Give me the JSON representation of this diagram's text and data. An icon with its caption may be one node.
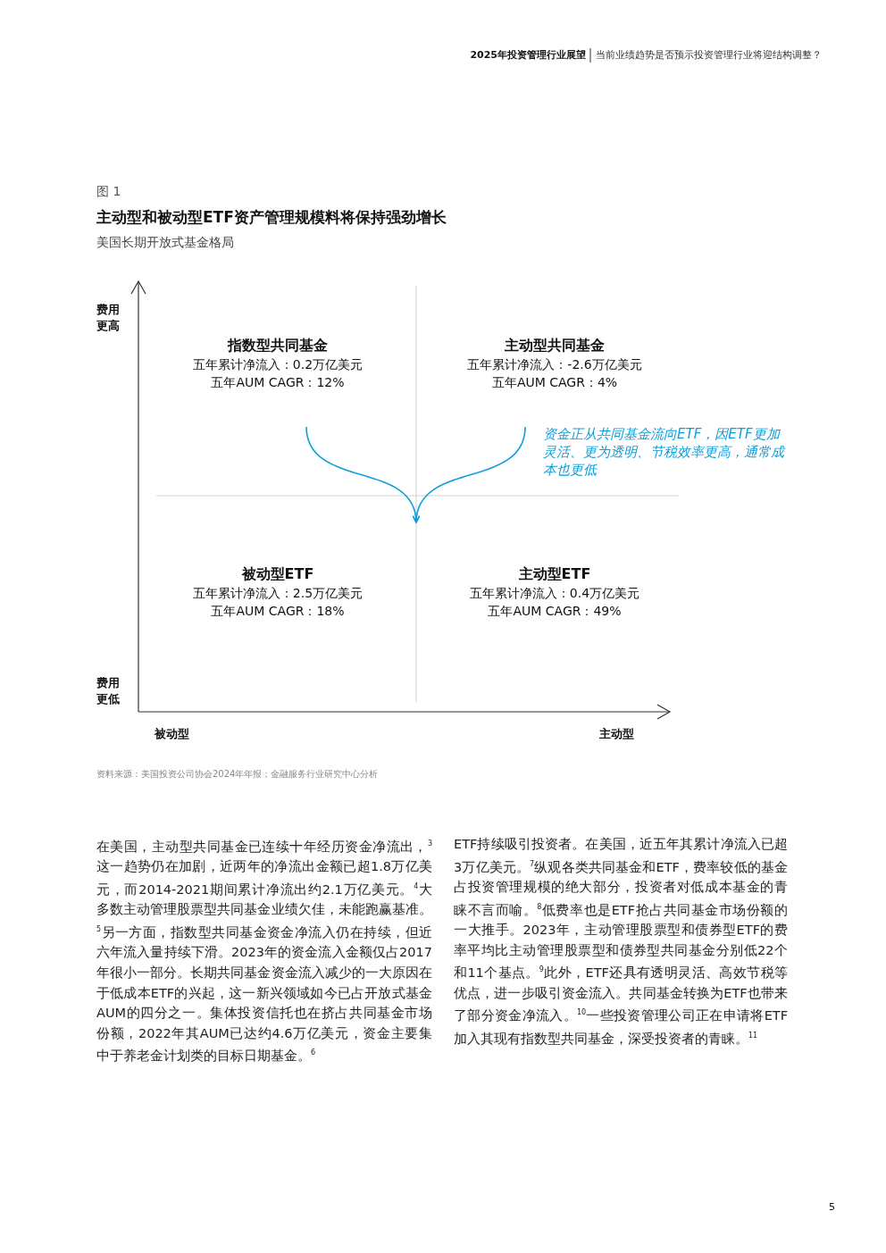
{
  "diagram": {
    "title": "主动型和被动型ETF资产管理规模料将保持强劲增长",
    "nodes": [
      {
        "text": [
          "指数型共同基金",
          "五年累计净流入：0.2万亿美元",
          "五年AUM CAGR：12%"
        ]
      },
      {
        "text": [
          "主动型共同基金",
          "五年累计净流入：-2.6万亿美元",
          "五年AUM CAGR：4%"
        ]
      },
      {
        "text": [
          "被动型ETF",
          "五年累计净流入：2.5万亿美元",
          "五年AUM CAGR：18%"
        ]
      },
      {
        "text": [
          "主动型ETF",
          "五年累计净流入：0.4万亿美元",
          "五年AUM CAGR：49%"
        ]
      }
    ],
    "edges": [
      {
        "from": 0,
        "to": null,
        "arrow": "to",
        "color": "#0d9ddb"
      },
      {
        "from": 1,
        "to": null,
        "arrow": "to",
        "color": "#0d9ddb"
      }
    ],
    "labels": [
      "2025年投资管理行业展望",
      "当前业绩趋势是否预示投资管理行业将迎结构调整？",
      "图 1",
      "美国长期开放式基金格局",
      "费用更高",
      "资金正从共同基金流向ETF，因ETF更加灵活、更为透明、节税效率更高，通常成本也更低",
      "费用更低",
      "被动型",
      "主动型",
      "资料来源：美国投资公司协会2024年年报；金融服务行业研究中心分析",
      "在美国，主动型共同基金已连续十年经历资金净流出，$^{3}$这一趋势仍在加剧，近两年的净流出金额已超1.8万亿美元，而2014-2021期间累计净流出约2.1万亿美元。$^{4}$大多数主动管理股票型共同基金业绩欠佳，未能跑赢基准。$^{5}$另一方面，指数型共同基金资金净流入仍在持续，但近六年流入量持续下滑。2023年的资金流入金额仅占2017年很小一部分。长期共同基金资金流入减少的一大原因在于低成本ETF的兴起，这一新兴领域如今已占开放式基金AUM的四分之一。集体投资信托也在挤占共同基金市场份额，2022年其AUM已达约4.6万亿美元，资金主要集中于养老金计划类的目标日期基金。$^{6}$",
      "ETF持续吸引投资者。在美国，近五年其累计净流入已超3万亿美元。$^{7}$纵观各类共同基金和ETF，费率较低的基金占投资管理规模的绝大部分，投资者对低成本基金的青睐不言而喻。$^{8}$低费率也是ETF抢占共同基金市场份额的一大推手。2023年，主动管理股票型和债券型ETF的费率平均比主动管理股票型和债券型共同基金分别低22个和11个基点。$^{9}$此外，ETF还具有透明灵活、高效节税等优点，进一步吸引资金流入。共同基金转换为ETF也带来了部分资金净流入。$^{10}$一些投资管理公司正在申请将ETF加入其现有指数型共同基金，深受投资者的青睐。$^{11}$",
      "5"
    ]
  }
}
